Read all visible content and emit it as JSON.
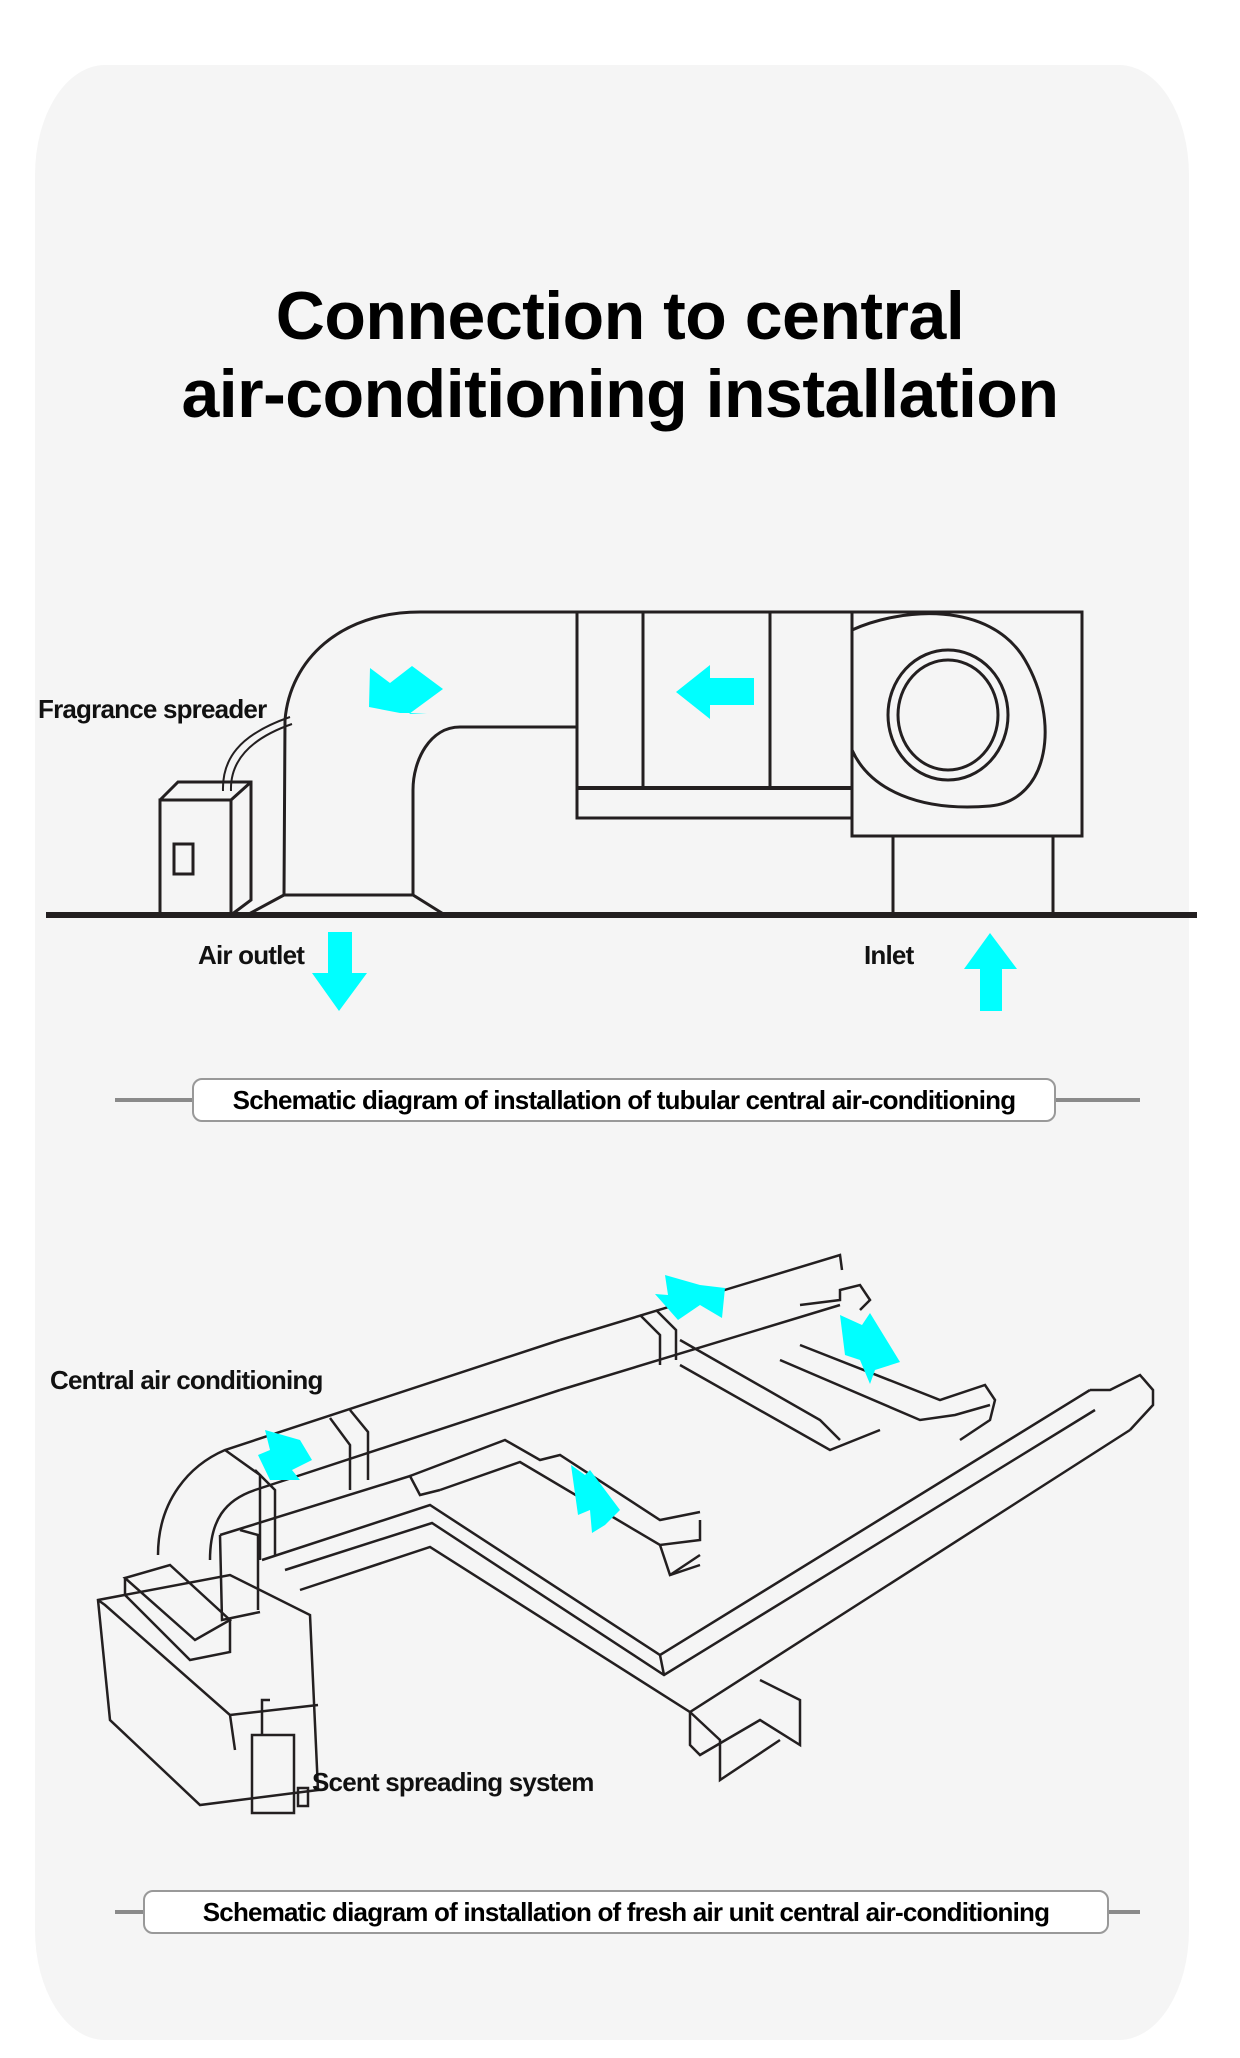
{
  "title": {
    "line1": "Connection to central",
    "line2": "air-conditioning installation"
  },
  "diagram_tubular": {
    "labels": {
      "fragrance_spreader": "Fragrance spreader",
      "air_outlet": "Air outlet",
      "inlet": "Inlet"
    },
    "caption": "Schematic diagram of installation of tubular central air-conditioning",
    "arrows": [
      {
        "name": "duct-elbow-flow-arrow",
        "direction": "down-left"
      },
      {
        "name": "filter-flow-arrow",
        "direction": "left"
      },
      {
        "name": "air-outlet-arrow",
        "direction": "down"
      },
      {
        "name": "inlet-arrow",
        "direction": "up"
      }
    ]
  },
  "diagram_fresh_air": {
    "labels": {
      "central_ac": "Central air conditioning",
      "scent_system": "Scent spreading system"
    },
    "caption": "Schematic diagram of installation of fresh air unit central air-conditioning",
    "arrows": [
      {
        "name": "main-duct-flow-arrow",
        "direction": "up-right"
      },
      {
        "name": "branch-flow-arrow",
        "direction": "down-right"
      },
      {
        "name": "top-duct-flow-arrow",
        "direction": "up-right"
      },
      {
        "name": "right-branch-flow-arrow",
        "direction": "down-right"
      }
    ]
  },
  "colors": {
    "arrow": "#00ffff",
    "line": "#231f20",
    "card_bg": "#f5f5f5"
  }
}
